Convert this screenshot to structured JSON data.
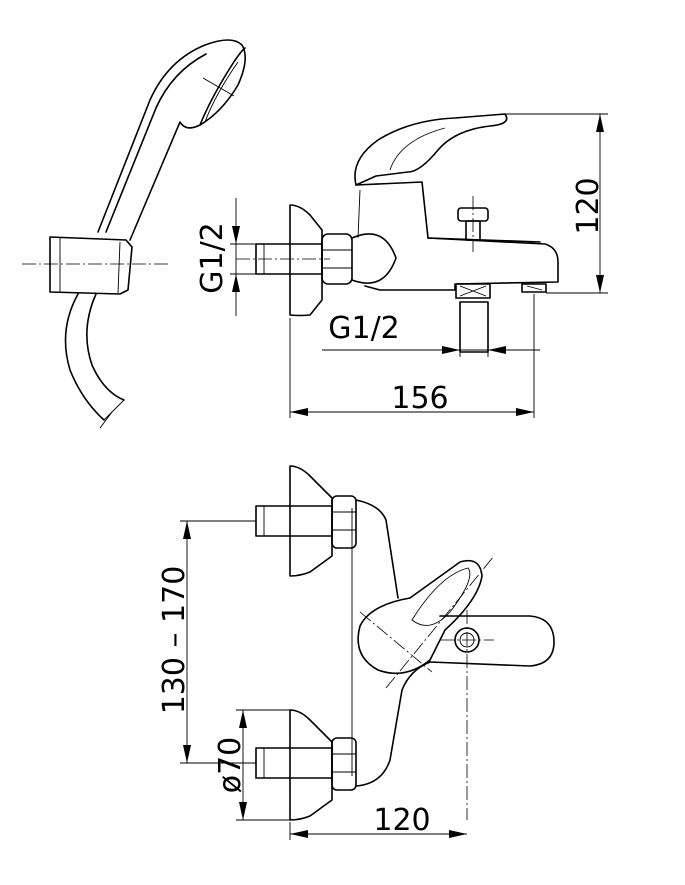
{
  "dimensions": {
    "handle_height": "120",
    "wall_inlet_thread": "G1/2",
    "spout_outlet_thread": "G1/2",
    "projection": "156",
    "inlet_spacing": "130 – 170",
    "escutcheon_diameter": "ø70",
    "top_view_depth": "120"
  }
}
